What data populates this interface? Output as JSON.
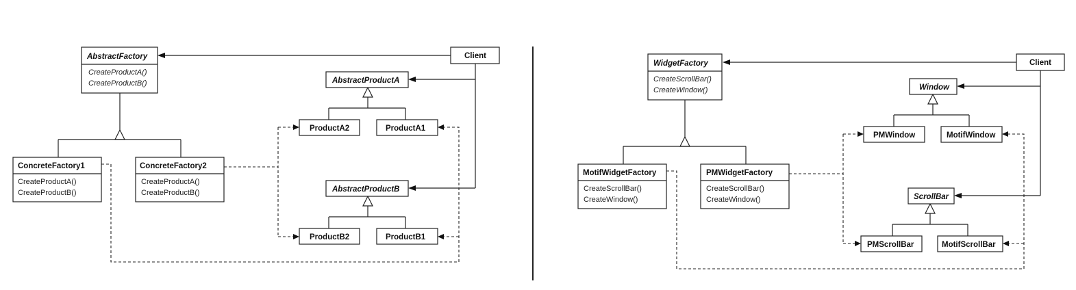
{
  "left": {
    "abstract_factory": {
      "name": "AbstractFactory",
      "ops": [
        "CreateProductA()",
        "CreateProductB()"
      ]
    },
    "client": {
      "name": "Client"
    },
    "abstract_product_a": {
      "name": "AbstractProductA"
    },
    "product_a2": {
      "name": "ProductA2"
    },
    "product_a1": {
      "name": "ProductA1"
    },
    "concrete_factory_1": {
      "name": "ConcreteFactory1",
      "ops": [
        "CreateProductA()",
        "CreateProductB()"
      ]
    },
    "concrete_factory_2": {
      "name": "ConcreteFactory2",
      "ops": [
        "CreateProductA()",
        "CreateProductB()"
      ]
    },
    "abstract_product_b": {
      "name": "AbstractProductB"
    },
    "product_b2": {
      "name": "ProductB2"
    },
    "product_b1": {
      "name": "ProductB1"
    }
  },
  "right": {
    "widget_factory": {
      "name": "WidgetFactory",
      "ops": [
        "CreateScrollBar()",
        "CreateWindow()"
      ]
    },
    "client": {
      "name": "Client"
    },
    "window": {
      "name": "Window"
    },
    "pm_window": {
      "name": "PMWindow"
    },
    "motif_window": {
      "name": "MotifWindow"
    },
    "motif_widget_factory": {
      "name": "MotifWidgetFactory",
      "ops": [
        "CreateScrollBar()",
        "CreateWindow()"
      ]
    },
    "pm_widget_factory": {
      "name": "PMWidgetFactory",
      "ops": [
        "CreateScrollBar()",
        "CreateWindow()"
      ]
    },
    "scroll_bar": {
      "name": "ScrollBar"
    },
    "pm_scroll_bar": {
      "name": "PMScrollBar"
    },
    "motif_scroll_bar": {
      "name": "MotifScrollBar"
    }
  }
}
